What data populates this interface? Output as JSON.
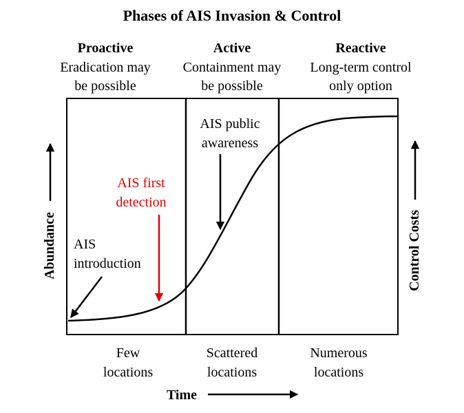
{
  "title": "Phases of AIS Invasion & Control",
  "phases": [
    {
      "name": "Proactive",
      "description_lines": [
        "Eradication may",
        "be possible"
      ]
    },
    {
      "name": "Active",
      "description_lines": [
        "Containment may",
        "be possible"
      ]
    },
    {
      "name": "Reactive",
      "description_lines": [
        "Long-term control",
        "only option"
      ]
    }
  ],
  "location_labels": [
    {
      "lines": [
        "Few",
        "locations"
      ]
    },
    {
      "lines": [
        "Scattered",
        "locations"
      ]
    },
    {
      "lines": [
        "Numerous",
        "locations"
      ]
    }
  ],
  "annotations": {
    "introduction": {
      "lines": [
        "AIS",
        "introduction"
      ],
      "color": "#000000"
    },
    "first_detection": {
      "lines": [
        "AIS first",
        "detection"
      ],
      "color": "#e00000"
    },
    "public_awareness": {
      "lines": [
        "AIS public",
        "awareness"
      ],
      "color": "#000000"
    }
  },
  "axes": {
    "x_label": "Time",
    "y_left_label": "Abundance",
    "y_right_label": "Control Costs"
  },
  "colors": {
    "line": "#000000",
    "highlight": "#e00000"
  }
}
